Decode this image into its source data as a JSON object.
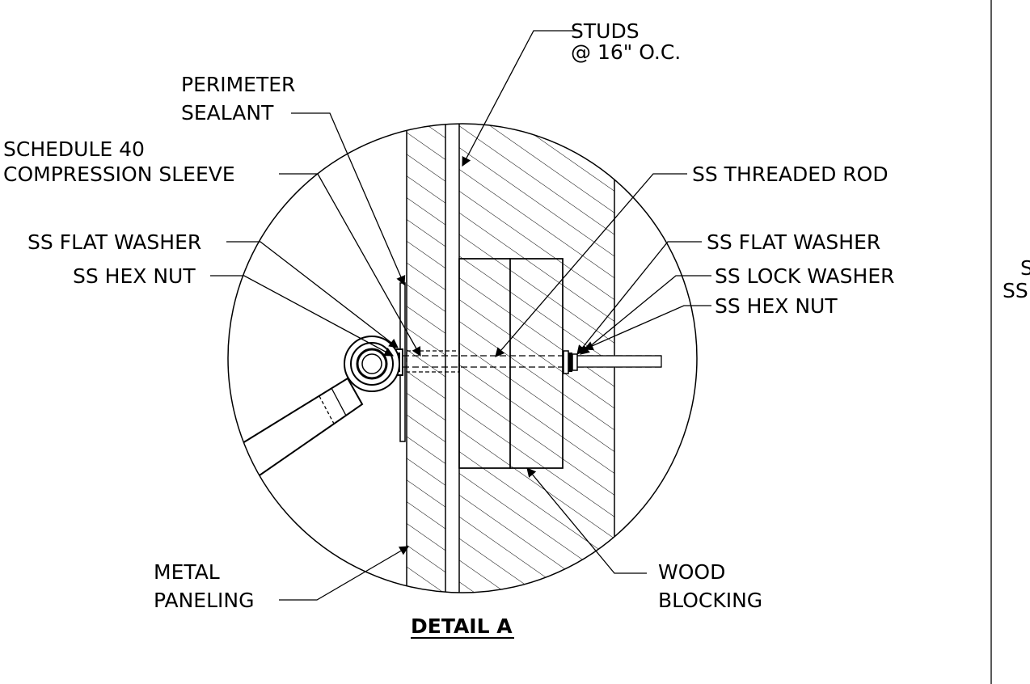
{
  "detail": {
    "title": "DETAIL A",
    "labels": {
      "studs_1": "STUDS",
      "studs_2": "@ 16\" O.C.",
      "perimeter_1": "PERIMETER",
      "perimeter_2": "SEALANT",
      "schedule_1": "SCHEDULE 40",
      "schedule_2": "COMPRESSION SLEEVE",
      "flat_washer_left": "SS FLAT WASHER",
      "hex_nut_left": "SS HEX NUT",
      "threaded_rod": "SS THREADED ROD",
      "flat_washer_right": "SS FLAT WASHER",
      "lock_washer": "SS LOCK WASHER",
      "hex_nut_right": "SS HEX NUT",
      "metal_1": "METAL",
      "metal_2": "PANELING",
      "wood_1": "WOOD",
      "wood_2": "BLOCKING"
    },
    "edge_fragment_1": "S",
    "edge_fragment_2": "SS"
  }
}
